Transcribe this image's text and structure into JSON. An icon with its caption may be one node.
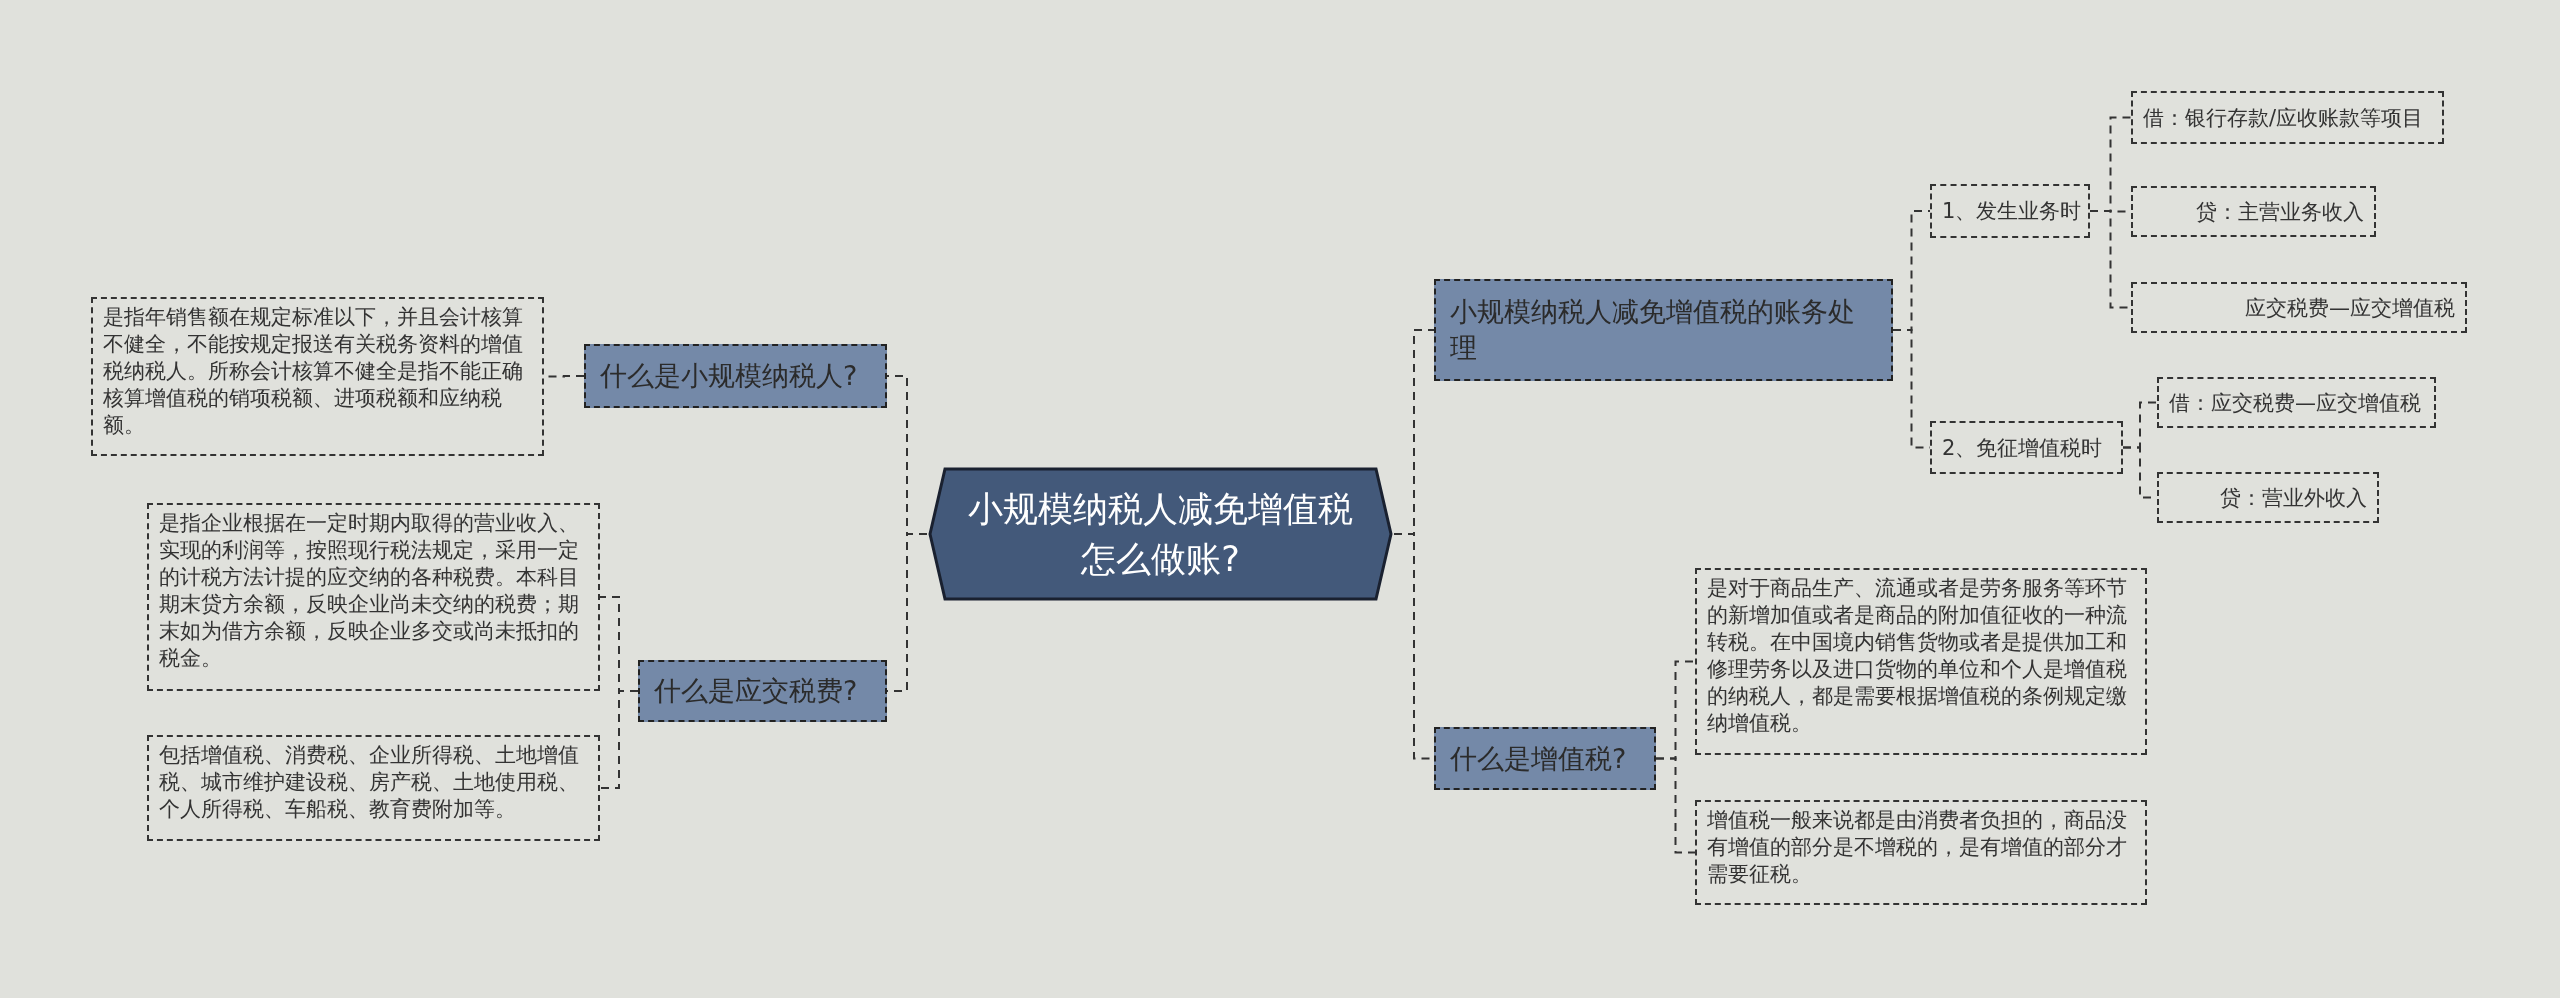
{
  "diagram": {
    "nodes": [
      {
        "text": [
          "小规模纳税人减免增值税怎么做账?"
        ]
      },
      {
        "text": [
          "什么是小规模纳税人?"
        ]
      },
      {
        "text": [
          "是指年销售额在规定标准以下，并且会计核算不健全，不能按规定报送有关税务资料的增值税纳税人。所称会计核算不健全是指不能正确核算增值税的销项税额、进项税额和应纳税额。"
        ]
      },
      {
        "text": [
          "什么是应交税费?"
        ]
      },
      {
        "text": [
          "是指企业根据在一定时期内取得的营业收入、实现的利润等，按照现行税法规定，采用一定的计税方法计提的应交纳的各种税费。本科目期末贷方余额，反映企业尚未交纳的税费；期末如为借方余额，反映企业多交或尚未抵扣的税金。"
        ]
      },
      {
        "text": [
          "包括增值税、消费税、企业所得税、土地增值税、城市维护建设税、房产税、土地使用税、个人所得税、车船税、教育费附加等。"
        ]
      },
      {
        "text": [
          "小规模纳税人减免增值税的账务处理"
        ]
      },
      {
        "text": [
          "1、发生业务时"
        ]
      },
      {
        "text": [
          "借：银行存款/应收账款等项目"
        ]
      },
      {
        "text": [
          "贷：主营业务收入"
        ]
      },
      {
        "text": [
          "应交税费—应交增值税"
        ]
      },
      {
        "text": [
          "2、免征增值税时"
        ]
      },
      {
        "text": [
          "借：应交税费—应交增值税"
        ]
      },
      {
        "text": [
          "贷：营业外收入"
        ]
      },
      {
        "text": [
          "什么是增值税?"
        ]
      },
      {
        "text": [
          "是对于商品生产、流通或者是劳务服务等环节的新增加值或者是商品的附加值征收的一种流转税。在中国境内销售货物或者是提供加工和修理劳务以及进口货物的单位和个人是增值税的纳税人，都是需要根据增值税的条例规定缴纳增值税。"
        ]
      },
      {
        "text": [
          "增值税一般来说都是由消费者负担的，商品没有增值的部分是不增税的，是有增值的部分才需要征税。"
        ]
      }
    ],
    "edges": [
      {
        "from": 0,
        "to": 1,
        "arrow": "none"
      },
      {
        "from": 0,
        "to": 3,
        "arrow": "none"
      },
      {
        "from": 0,
        "to": 6,
        "arrow": "none"
      },
      {
        "from": 0,
        "to": 14,
        "arrow": "none"
      },
      {
        "from": 1,
        "to": 2,
        "arrow": "none"
      },
      {
        "from": 3,
        "to": 4,
        "arrow": "none"
      },
      {
        "from": 3,
        "to": 5,
        "arrow": "none"
      },
      {
        "from": 6,
        "to": 7,
        "arrow": "none"
      },
      {
        "from": 6,
        "to": 11,
        "arrow": "none"
      },
      {
        "from": 7,
        "to": 8,
        "arrow": "none"
      },
      {
        "from": 7,
        "to": 9,
        "arrow": "none"
      },
      {
        "from": 7,
        "to": 10,
        "arrow": "none"
      },
      {
        "from": 11,
        "to": 12,
        "arrow": "none"
      },
      {
        "from": 11,
        "to": 13,
        "arrow": "none"
      },
      {
        "from": 14,
        "to": 15,
        "arrow": "none"
      },
      {
        "from": 14,
        "to": 16,
        "arrow": "none"
      }
    ]
  }
}
